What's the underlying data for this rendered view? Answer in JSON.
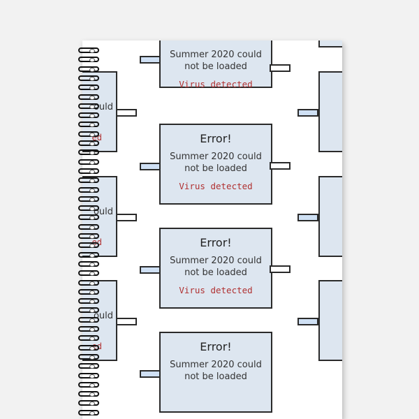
{
  "sticker": {
    "title": "Error!",
    "message_line1": "Summer 2020 could",
    "message_line2": "not be loaded",
    "virus": "Virus detected"
  },
  "edge_fragment_left": {
    "text_top": "ould",
    "text_bottom": "ed"
  },
  "colors": {
    "sticker_bg": "#dde6f0",
    "border": "#2a2a2a",
    "virus_text": "#b03030",
    "bar_blue": "#cfe0f4"
  }
}
